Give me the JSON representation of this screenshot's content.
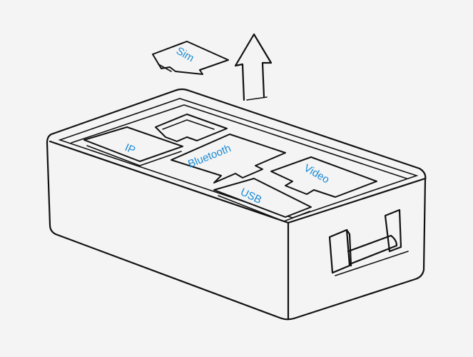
{
  "diagram": {
    "labels": {
      "sim": "Sim",
      "ip": "IP",
      "bluetooth": "Bluetooth",
      "video": "Video",
      "usb": "USB"
    },
    "label_color": "#1a8ad4"
  }
}
